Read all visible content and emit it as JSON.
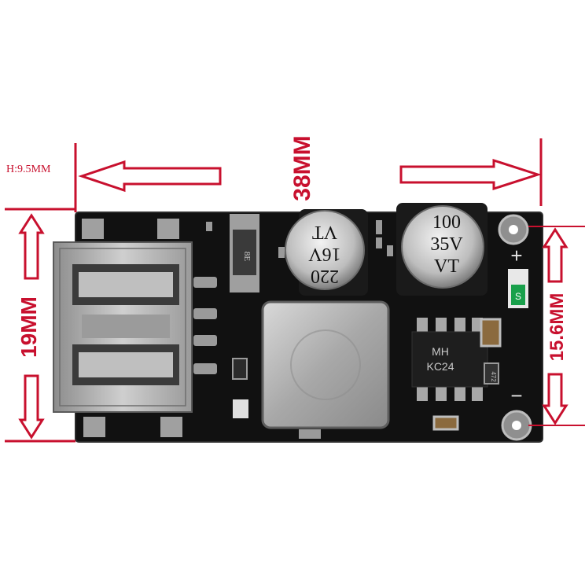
{
  "dimensions": {
    "height_label": "H:9.5MM",
    "length_label": "38MM",
    "width_label": "19MM",
    "pad_spacing_label": "15.6MM"
  },
  "components": {
    "cap_small": {
      "line1": "220",
      "line2": "16V",
      "line3": "VT"
    },
    "cap_large": {
      "line1": "100",
      "line2": "35V",
      "line3": "VT"
    },
    "ic": {
      "line1": "MH",
      "line2": "KC24"
    },
    "diode": {
      "marking": "8E"
    },
    "smd_marking": "S",
    "small_marking": "472"
  },
  "pads": {
    "plus": "+",
    "minus": "−"
  },
  "colors": {
    "dimension_red": "#c8102e",
    "pcb_black": "#111111",
    "metal_silver": "#b9b9b9"
  }
}
